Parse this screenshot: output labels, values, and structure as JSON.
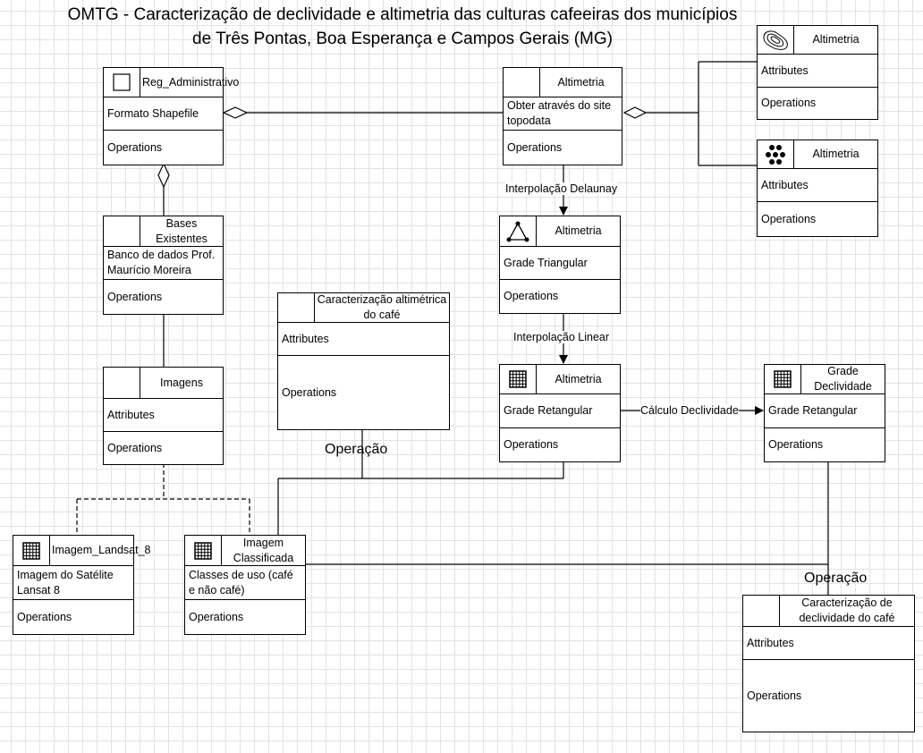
{
  "title": {
    "line1": "OMTG - Caracterização de declividade e altimetria das culturas cafeeiras dos municípios",
    "line2": "de Três Pontas, Boa Esperança e Campos Gerais (MG)"
  },
  "classes": [
    {
      "id": "reg",
      "name": "Reg_Administrativo",
      "icon": "square",
      "sections": [
        "Formato Shapefile",
        "Operations"
      ]
    },
    {
      "id": "topo",
      "name": "Altimetria",
      "icon": "none",
      "sections": [
        "Obter através do site topodata",
        "Operations"
      ]
    },
    {
      "id": "cont",
      "name": "Altimetria",
      "icon": "contour",
      "sections": [
        "Attributes",
        "Operations"
      ]
    },
    {
      "id": "dots",
      "name": "Altimetria",
      "icon": "points",
      "sections": [
        "Attributes",
        "Operations"
      ]
    },
    {
      "id": "bases",
      "name": "Bases Existentes",
      "icon": "none",
      "sections": [
        "Banco de dados Prof. Maurício Moreira",
        "Operations"
      ]
    },
    {
      "id": "tri",
      "name": "Altimetria",
      "icon": "triangle",
      "sections": [
        "Grade Triangular",
        "Operations"
      ]
    },
    {
      "id": "caralt",
      "name": "Caracterização altimétrica do café",
      "icon": "none",
      "sections": [
        "Attributes",
        "Operations"
      ]
    },
    {
      "id": "imgs",
      "name": "Imagens",
      "icon": "none",
      "sections": [
        "Attributes",
        "Operations"
      ]
    },
    {
      "id": "grid",
      "name": "Altimetria",
      "icon": "grid",
      "sections": [
        "Grade Retangular",
        "Operations"
      ]
    },
    {
      "id": "decl",
      "name": "Grade Declividade",
      "icon": "grid",
      "sections": [
        "Grade Retangular",
        "Operations"
      ]
    },
    {
      "id": "land",
      "name": "Imagem_Landsat_8",
      "icon": "grid",
      "sections": [
        "Imagem do Satélite Lansat 8",
        "Operations"
      ]
    },
    {
      "id": "classif",
      "name": "Imagem Classificada",
      "icon": "grid",
      "sections": [
        "Classes de uso (café e não café)",
        "Operations"
      ]
    },
    {
      "id": "cardecl",
      "name": "Caracterização de declividade do café",
      "icon": "none",
      "sections": [
        "Attributes",
        "Operations"
      ]
    }
  ],
  "labels": {
    "delaunay": "Interpolação Delaunay",
    "linear": "Interpolação Linear",
    "declividade": "Cálculo Declividade",
    "operacao1": "Operação",
    "operacao2": "Operação"
  }
}
